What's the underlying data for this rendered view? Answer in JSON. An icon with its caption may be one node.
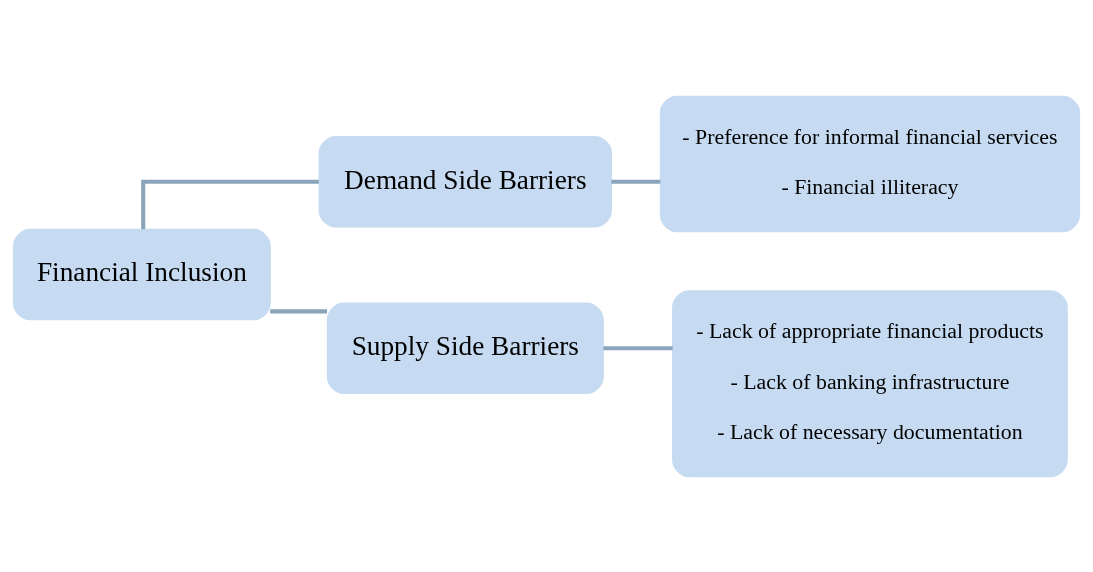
{
  "diagram": {
    "nodes": [
      {
        "text": [
          "Financial Inclusion"
        ]
      },
      {
        "text": [
          "Demand Side Barriers"
        ]
      },
      {
        "text": [
          "- Preference for informal financial services",
          "- Financial illiteracy"
        ]
      },
      {
        "text": [
          "Supply Side Barriers"
        ]
      },
      {
        "text": [
          "- Lack of appropriate financial products",
          "- Lack of banking infrastructure",
          "- Lack of necessary documentation"
        ]
      }
    ],
    "edges": [
      {
        "from": 0,
        "to": 1,
        "arrow": "none"
      },
      {
        "from": 1,
        "to": 2,
        "arrow": "none"
      },
      {
        "from": 0,
        "to": 3,
        "arrow": "none"
      },
      {
        "from": 3,
        "to": 4,
        "arrow": "none"
      }
    ]
  }
}
